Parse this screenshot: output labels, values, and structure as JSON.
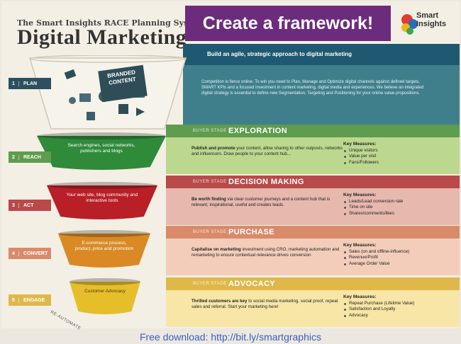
{
  "header": {
    "small_title": "The Smart Insights RACE Planning System for",
    "big_title": "Digital Marketing",
    "banner": "Create a framework!",
    "logo_line1": "Smart",
    "logo_line2": "Insights"
  },
  "plan": {
    "tag_num": "1",
    "tag_label": "PLAN",
    "branded": "BRANDED\nCONTENT",
    "headline": "Build an agile, strategic approach to digital marketing",
    "body": "Competition is fierce online. To win you need to Plan, Manage and Optimize digital channels against defined targets, SMART KPIs and a focused investment in content marketing, digital media and experiences. We believe an integrated digital strategy is essential to define new Segmentation, Targeting and Positioning for your online value propositions."
  },
  "stages": [
    {
      "num": "2",
      "tag": "REACH",
      "stage_label": "BUYER STAGE",
      "name": "EXPLORATION",
      "funnel_text": "Search engines, social networks, publishers and blogs",
      "lead": "Publish and promote",
      "text": " your content, allow sharing to other outposts, networks and influencers. Draw people to your content hub...",
      "km_title": "Key Measures:",
      "km": [
        "Unique visitors",
        "Value per visit",
        "Fans/Followers"
      ],
      "colors": {
        "title": "#5e9c4e",
        "band": "#bcd88f",
        "funnel": "#2f8a3a"
      }
    },
    {
      "num": "3",
      "tag": "ACT",
      "stage_label": "BUYER STAGE",
      "name": "DECISION MAKING",
      "funnel_text": "Your web site, blog community and interactive tools",
      "lead": "Be worth finding",
      "text": " via clear customer journeys and a content hub that is relevant, inspirational, useful and creates leads.",
      "km_title": "Key Measures:",
      "km": [
        "Leads/Lead conversion rate",
        "Time on site",
        "Shares/comments/likes"
      ],
      "colors": {
        "title": "#b84a4a",
        "band": "#e7b8ae",
        "funnel": "#b81f26"
      }
    },
    {
      "num": "4",
      "tag": "CONVERT",
      "stage_label": "BUYER STAGE",
      "name": "PURCHASE",
      "funnel_text": "E-commerce process, product, price and promotion",
      "lead": "Capitalise on marketing",
      "text": " investment using CRO, marketing automation and remarketing to ensure contextual relevance drives conversion",
      "km_title": "Key Measures:",
      "km": [
        "Sales (on and offline-influence)",
        "Revenue/Profit",
        "Average Order Value"
      ],
      "colors": {
        "title": "#d98a6a",
        "band": "#f3cdb9",
        "funnel": "#d98a24"
      }
    },
    {
      "num": "5",
      "tag": "ENGAGE",
      "stage_label": "BUYER STAGE",
      "name": "ADVOCACY",
      "funnel_text": "Customer Advocacy",
      "lead": "Thrilled customers are key",
      "text": " to social media marketing, social proof, repeat sales and referral. Start your marketing here!",
      "km_title": "Key Measures:",
      "km": [
        "Repeat Purchase (Lifetime Value)",
        "Satisfaction and Loyalty",
        "Advocacy"
      ],
      "colors": {
        "title": "#e0b84a",
        "band": "#f7e6a6",
        "funnel": "#e6be2a"
      }
    }
  ],
  "reautomate": "RE-AUTOMATE",
  "footer": "Free download: http://bit.ly/smartgraphics"
}
